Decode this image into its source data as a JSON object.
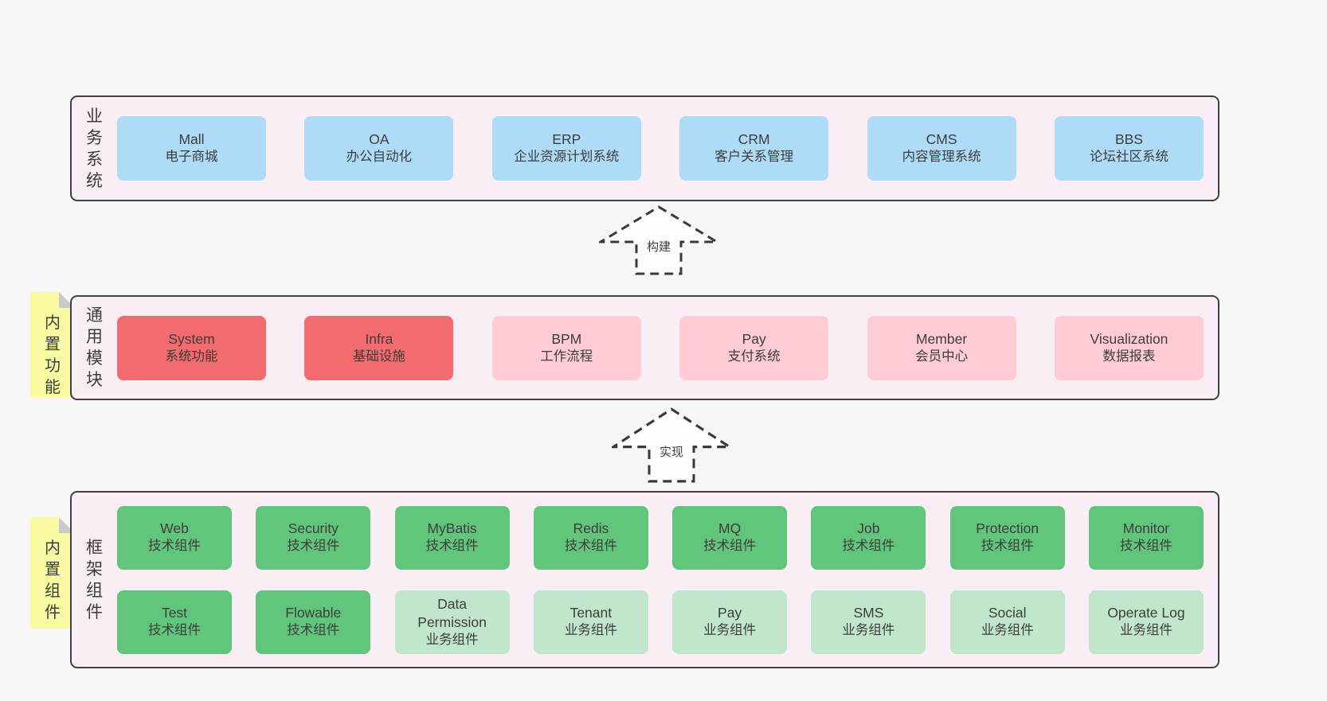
{
  "colors": {
    "page_bg": "#f7f7f7",
    "band_bg": "#f9eef6",
    "band_border": "#404040",
    "business_box": "#aedbf8",
    "module_strong_box": "#f26b6e",
    "module_normal_box": "#ffccd5",
    "tech_component_box": "#62c57c",
    "biz_component_box": "#c0e7cb",
    "sticky_note": "#fafaa2",
    "sticky_fold": "#cbcbcb",
    "text": "#3d3d3d"
  },
  "arrows": {
    "build": "构建",
    "implement": "实现"
  },
  "bands": {
    "business": {
      "label": "业务系统",
      "items": [
        {
          "title": "Mall",
          "subtitle": "电子商城"
        },
        {
          "title": "OA",
          "subtitle": "办公自动化"
        },
        {
          "title": "ERP",
          "subtitle": "企业资源计划系统"
        },
        {
          "title": "CRM",
          "subtitle": "客户关系管理"
        },
        {
          "title": "CMS",
          "subtitle": "内容管理系统"
        },
        {
          "title": "BBS",
          "subtitle": "论坛社区系统"
        }
      ]
    },
    "modules": {
      "label": "通用模块",
      "sticky_note": "内置功能",
      "items": [
        {
          "title": "System",
          "subtitle": "系统功能",
          "emphasis": "strong"
        },
        {
          "title": "Infra",
          "subtitle": "基础设施",
          "emphasis": "strong"
        },
        {
          "title": "BPM",
          "subtitle": "工作流程",
          "emphasis": "normal"
        },
        {
          "title": "Pay",
          "subtitle": "支付系统",
          "emphasis": "normal"
        },
        {
          "title": "Member",
          "subtitle": "会员中心",
          "emphasis": "normal"
        },
        {
          "title": "Visualization",
          "subtitle": "数据报表",
          "emphasis": "normal"
        }
      ]
    },
    "components": {
      "label": "框架组件",
      "sticky_note": "内置组件",
      "row1": [
        {
          "title": "Web",
          "subtitle": "技术组件"
        },
        {
          "title": "Security",
          "subtitle": "技术组件"
        },
        {
          "title": "MyBatis",
          "subtitle": "技术组件"
        },
        {
          "title": "Redis",
          "subtitle": "技术组件"
        },
        {
          "title": "MQ",
          "subtitle": "技术组件"
        },
        {
          "title": "Job",
          "subtitle": "技术组件"
        },
        {
          "title": "Protection",
          "subtitle": "技术组件"
        },
        {
          "title": "Monitor",
          "subtitle": "技术组件"
        }
      ],
      "row2": [
        {
          "title": "Test",
          "subtitle": "技术组件"
        },
        {
          "title": "Flowable",
          "subtitle": "技术组件"
        },
        {
          "title": "Data Permission",
          "subtitle": "业务组件"
        },
        {
          "title": "Tenant",
          "subtitle": "业务组件"
        },
        {
          "title": "Pay",
          "subtitle": "业务组件"
        },
        {
          "title": "SMS",
          "subtitle": "业务组件"
        },
        {
          "title": "Social",
          "subtitle": "业务组件"
        },
        {
          "title": "Operate Log",
          "subtitle": "业务组件"
        }
      ]
    }
  }
}
